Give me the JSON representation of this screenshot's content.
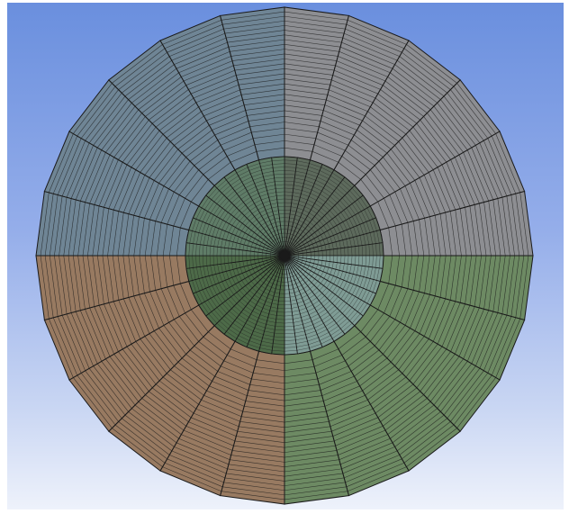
{
  "viewport": {
    "background_top": "#6a8fde",
    "background_bottom": "#eef2fb"
  },
  "mesh": {
    "sector_count": 24,
    "outer_ring_layers": 28,
    "inner_disk_layers": 26,
    "colors": {
      "top_left_body": "#6f8595",
      "top_right_body": "#8d8e92",
      "bottom_left_body": "#987a61",
      "bottom_right_body": "#6d8a63",
      "inner_top_left": "#5f7c67",
      "inner_top_right": "#5d6a5c",
      "inner_bottom_left": "#4d6a48",
      "inner_bottom_right": "#7f9c95",
      "edge_line": "#1a1a1a"
    }
  }
}
